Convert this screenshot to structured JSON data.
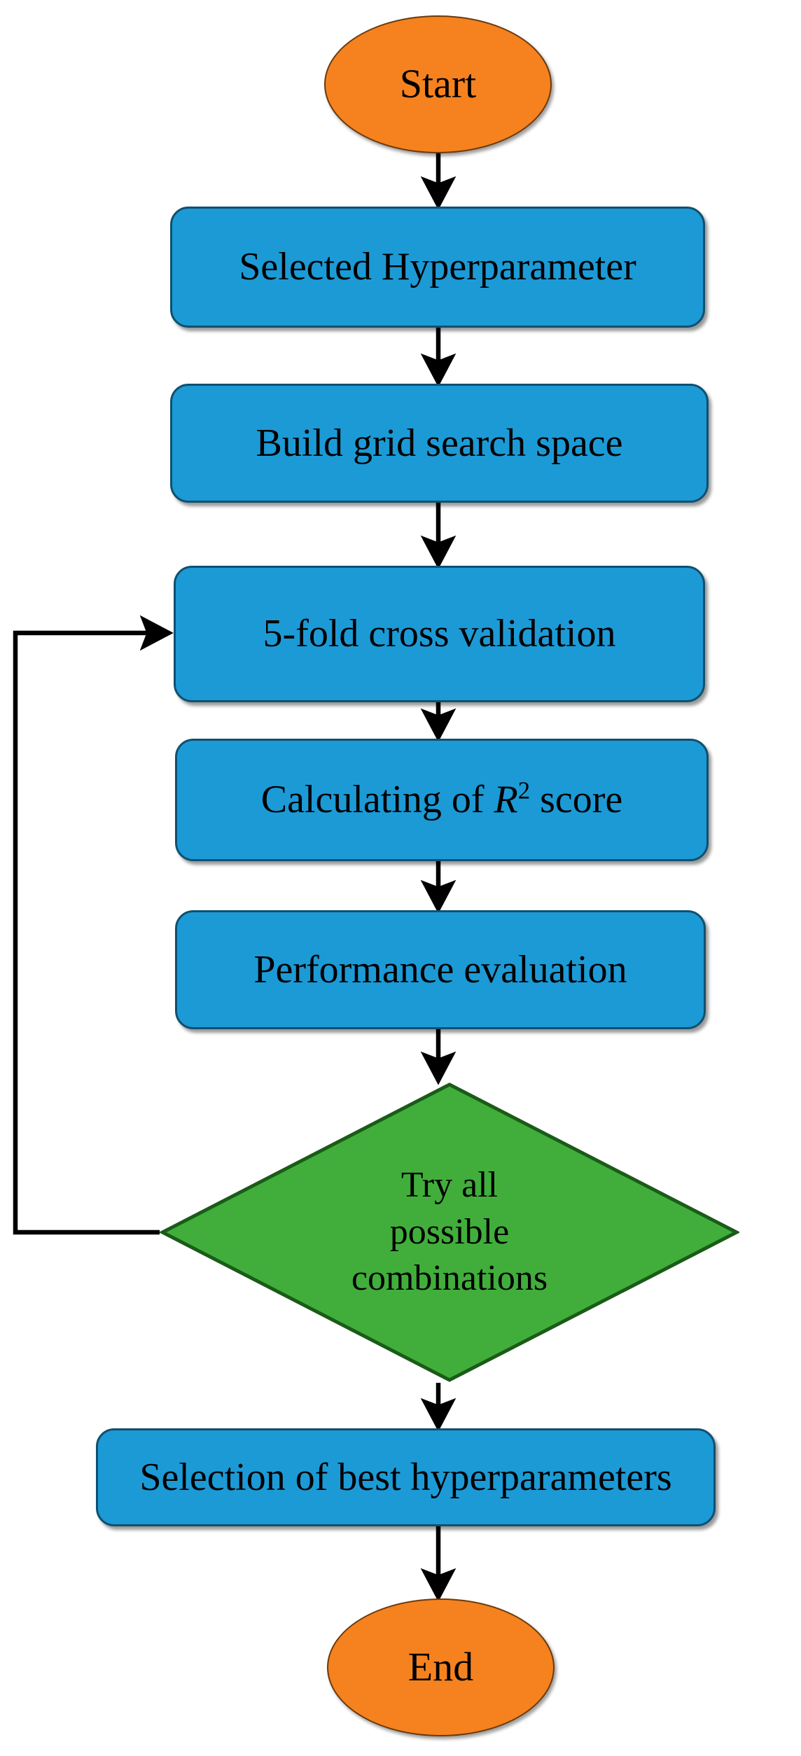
{
  "diagram": {
    "title": "Grid search hyperparameter tuning flowchart",
    "colors": {
      "terminator_fill": "#F5821F",
      "terminator_stroke": "#6B3A0C",
      "process_fill": "#1C9AD6",
      "process_stroke": "#10506F",
      "decision_fill": "#41AE3B",
      "decision_stroke": "#1B5B18",
      "edge_stroke": "#000000",
      "background": "#FFFFFF"
    },
    "nodes": [
      {
        "id": "start",
        "shape": "ellipse",
        "label": "Start"
      },
      {
        "id": "select",
        "shape": "process",
        "label": "Selected Hyperparameter"
      },
      {
        "id": "grid",
        "shape": "process",
        "label": "Build grid search space"
      },
      {
        "id": "cv",
        "shape": "process",
        "label": "5-fold cross validation"
      },
      {
        "id": "r2",
        "shape": "process",
        "label": "Calculating of R2 score",
        "label_prefix": "Calculating of ",
        "label_math_base": "R",
        "label_math_exp": "2",
        "label_suffix": " score"
      },
      {
        "id": "perf",
        "shape": "process",
        "label": "Performance evaluation"
      },
      {
        "id": "tryall",
        "shape": "diamond",
        "label": "Try all\npossible\ncombinations"
      },
      {
        "id": "best",
        "shape": "process",
        "label": "Selection of best hyperparameters"
      },
      {
        "id": "end",
        "shape": "ellipse",
        "label": "End"
      }
    ],
    "edges": [
      {
        "from": "start",
        "to": "select",
        "kind": "arrow-down"
      },
      {
        "from": "select",
        "to": "grid",
        "kind": "arrow-down"
      },
      {
        "from": "grid",
        "to": "cv",
        "kind": "arrow-down"
      },
      {
        "from": "cv",
        "to": "r2",
        "kind": "arrow-down"
      },
      {
        "from": "r2",
        "to": "perf",
        "kind": "arrow-down"
      },
      {
        "from": "perf",
        "to": "tryall",
        "kind": "arrow-down"
      },
      {
        "from": "tryall",
        "to": "cv",
        "kind": "feedback-loop-left"
      },
      {
        "from": "tryall",
        "to": "best",
        "kind": "arrow-down"
      },
      {
        "from": "best",
        "to": "end",
        "kind": "arrow-down"
      }
    ]
  }
}
